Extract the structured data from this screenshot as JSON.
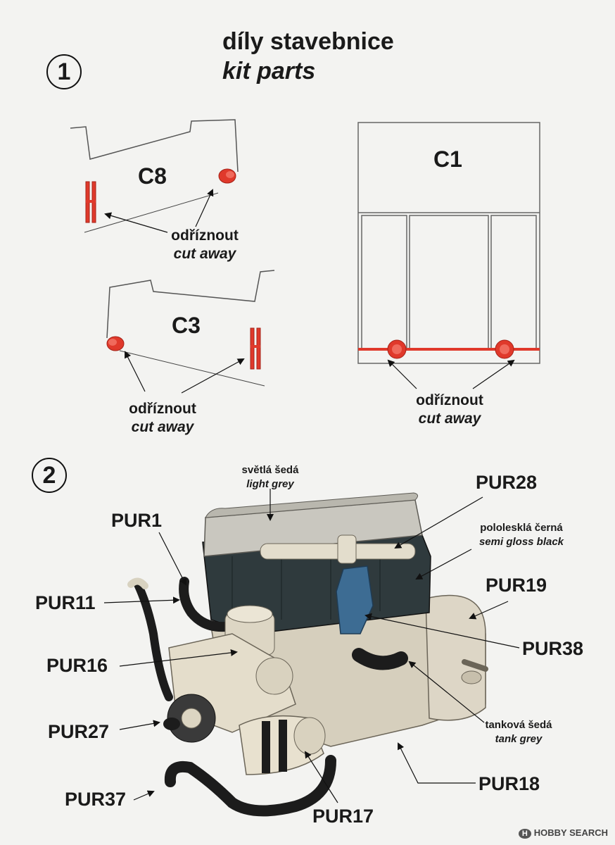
{
  "header": {
    "title_cz": "díly stavebnice",
    "title_en": "kit parts"
  },
  "steps": {
    "one": "1",
    "two": "2"
  },
  "step1": {
    "parts": {
      "c8": "C8",
      "c3": "C3",
      "c1": "C1"
    },
    "cut_cz": "odříznout",
    "cut_en": "cut away"
  },
  "step2": {
    "notes": {
      "light_grey": {
        "cz": "světlá šedá",
        "en": "light grey"
      },
      "semi_gloss_black": {
        "cz": "pololesklá černá",
        "en": "semi gloss black"
      },
      "tank_grey": {
        "cz": "tanková šedá",
        "en": "tank grey"
      }
    },
    "labels": {
      "pur1": "PUR1",
      "pur11": "PUR11",
      "pur16": "PUR16",
      "pur27": "PUR27",
      "pur37": "PUR37",
      "pur17": "PUR17",
      "pur18": "PUR18",
      "pur38": "PUR38",
      "pur19": "PUR19",
      "pur28": "PUR28"
    }
  },
  "colors": {
    "cut_red": "#e0392b",
    "light_grey": "#c9c7bf",
    "semi_gloss_black": "#2f3a3d",
    "tank_grey": "#d6cfbd",
    "blue_part": "#3d6c93"
  },
  "watermark": {
    "logo": "H",
    "text": "HOBBY SEARCH"
  }
}
